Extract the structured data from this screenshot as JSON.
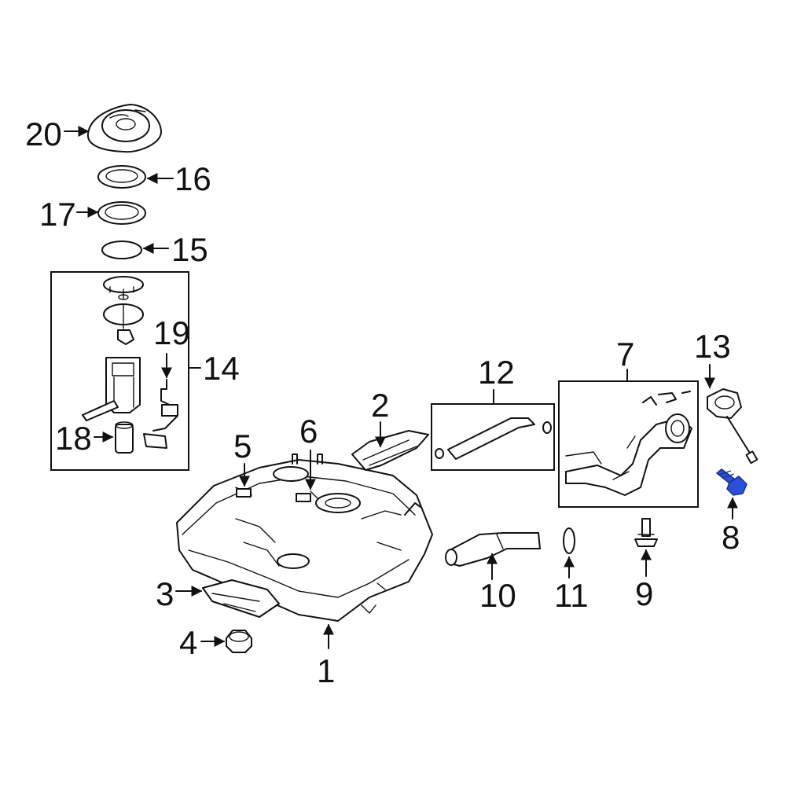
{
  "callouts": {
    "c1": "1",
    "c2": "2",
    "c3": "3",
    "c4": "4",
    "c5": "5",
    "c6": "6",
    "c7": "7",
    "c8": "8",
    "c9": "9",
    "c10": "10",
    "c11": "11",
    "c12": "12",
    "c13": "13",
    "c14": "14",
    "c15": "15",
    "c16": "16",
    "c17": "17",
    "c18": "18",
    "c19": "19",
    "c20": "20"
  },
  "colors": {
    "line": "#111111",
    "highlight_part": "#2b4fd8",
    "highlight_part_dark": "#1a2f8f",
    "background": "#ffffff"
  },
  "highlighted_part": "8"
}
